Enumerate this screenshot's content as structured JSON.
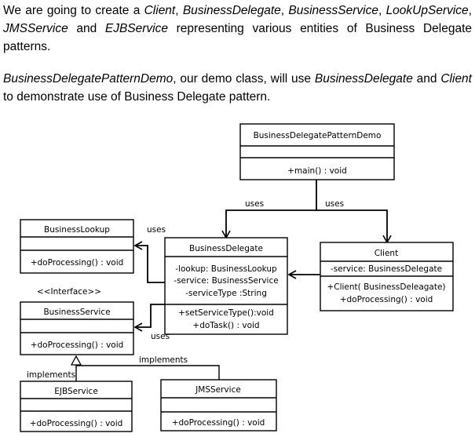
{
  "intro": {
    "p1": [
      "We are going to create a ",
      "Client",
      ", ",
      "BusinessDelegate",
      ", ",
      "BusinessService",
      ", ",
      "LookUpService",
      ", ",
      "JMSService",
      " and ",
      "EJBService",
      " representing various entities of Business Delegate patterns."
    ],
    "p2": [
      "BusinessDelegatePatternDemo",
      ", our demo class, will use ",
      "BusinessDelegate",
      " and ",
      "Client",
      " to demonstrate use of Business Delegate pattern."
    ]
  },
  "diagram": {
    "classes": {
      "demo": {
        "name": "BusinessDelegatePatternDemo",
        "methods": [
          "+main() : void"
        ]
      },
      "delegate": {
        "name": "BusinessDelegate",
        "attributes": [
          "-lookup:  BusinessLookup",
          "-service:  BusinessService",
          "-serviceType  :String"
        ],
        "methods": [
          "+setServiceType():void",
          "+doTask() : void"
        ]
      },
      "client": {
        "name": "Client",
        "attributes": [
          "-service:  BusinessDelegate"
        ],
        "methods": [
          "+Client(  BusinessDeleagate)",
          "+doProcessing()  : void"
        ]
      },
      "lookup": {
        "name": "BusinessLookup",
        "methods": [
          "+doProcessing()  : void"
        ]
      },
      "service": {
        "stereotype": "<<Interface>>",
        "name": "BusinessService",
        "methods": [
          "+doProcessing()  : void"
        ]
      },
      "ejb": {
        "name": "EJBService",
        "methods": [
          "+doProcessing()  : void"
        ]
      },
      "jms": {
        "name": "JMSService",
        "methods": [
          "+doProcessing()  : void"
        ]
      }
    },
    "labels": {
      "uses_demo_delegate": "uses",
      "uses_demo_client": "uses",
      "uses_lookup": "uses",
      "uses_service": "uses",
      "implements_ejb": "implements",
      "implements_jms": "implements"
    }
  }
}
